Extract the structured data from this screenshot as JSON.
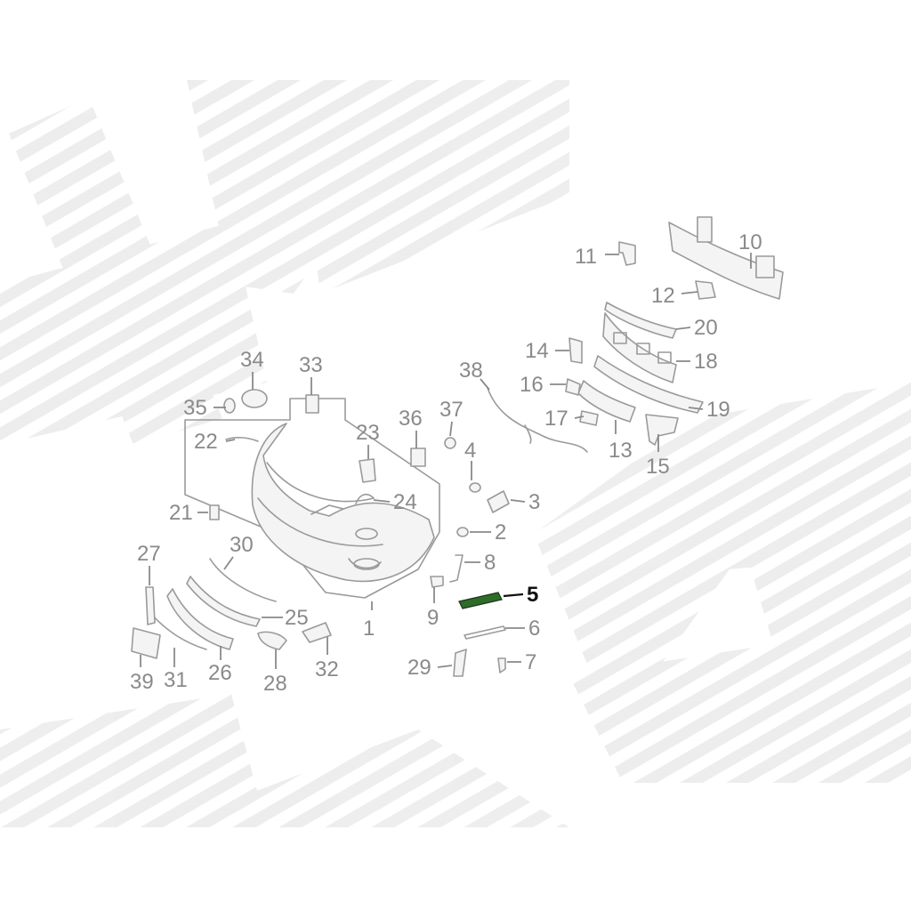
{
  "diagram": {
    "highlight_color": "#2f6b2a",
    "label_color": "#8a8a8a",
    "highlight_label_color": "#111111",
    "callouts": [
      {
        "id": "1",
        "label": "1"
      },
      {
        "id": "2",
        "label": "2"
      },
      {
        "id": "3",
        "label": "3"
      },
      {
        "id": "4",
        "label": "4"
      },
      {
        "id": "5",
        "label": "5",
        "highlighted": true
      },
      {
        "id": "6",
        "label": "6"
      },
      {
        "id": "7",
        "label": "7"
      },
      {
        "id": "8",
        "label": "8"
      },
      {
        "id": "9",
        "label": "9"
      },
      {
        "id": "10",
        "label": "10"
      },
      {
        "id": "11",
        "label": "11"
      },
      {
        "id": "12",
        "label": "12"
      },
      {
        "id": "13",
        "label": "13"
      },
      {
        "id": "14",
        "label": "14"
      },
      {
        "id": "15",
        "label": "15"
      },
      {
        "id": "16",
        "label": "16"
      },
      {
        "id": "17",
        "label": "17"
      },
      {
        "id": "18",
        "label": "18"
      },
      {
        "id": "19",
        "label": "19"
      },
      {
        "id": "20",
        "label": "20"
      },
      {
        "id": "21",
        "label": "21"
      },
      {
        "id": "22",
        "label": "22"
      },
      {
        "id": "23",
        "label": "23"
      },
      {
        "id": "24",
        "label": "24"
      },
      {
        "id": "25",
        "label": "25"
      },
      {
        "id": "26",
        "label": "26"
      },
      {
        "id": "27",
        "label": "27"
      },
      {
        "id": "28",
        "label": "28"
      },
      {
        "id": "29",
        "label": "29"
      },
      {
        "id": "30",
        "label": "30"
      },
      {
        "id": "31",
        "label": "31"
      },
      {
        "id": "32",
        "label": "32"
      },
      {
        "id": "33",
        "label": "33"
      },
      {
        "id": "34",
        "label": "34"
      },
      {
        "id": "35",
        "label": "35"
      },
      {
        "id": "36",
        "label": "36"
      },
      {
        "id": "37",
        "label": "37"
      },
      {
        "id": "38",
        "label": "38"
      },
      {
        "id": "39",
        "label": "39"
      }
    ]
  }
}
